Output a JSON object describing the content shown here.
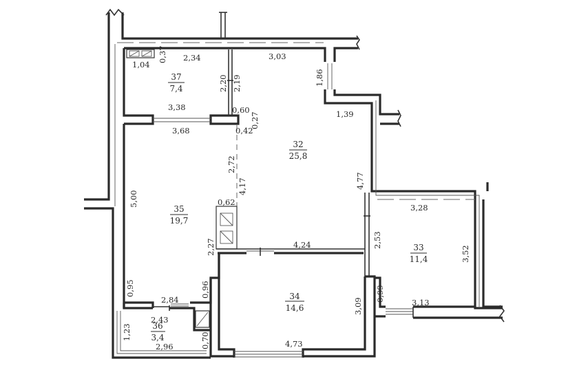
{
  "plan": {
    "rooms": [
      {
        "id": "room-37",
        "number": "37",
        "area": "7,4"
      },
      {
        "id": "room-32",
        "number": "32",
        "area": "25,8"
      },
      {
        "id": "room-35",
        "number": "35",
        "area": "19,7"
      },
      {
        "id": "room-33",
        "number": "33",
        "area": "11,4"
      },
      {
        "id": "room-34",
        "number": "34",
        "area": "14,6"
      },
      {
        "id": "room-36",
        "number": "36",
        "area": "3,4"
      }
    ],
    "dimensions": {
      "d_1_04": "1,04",
      "d_0_37": "0,37",
      "d_2_34": "2,34",
      "d_3_03": "3,03",
      "d_1_86": "1,86",
      "d_2_20": "2,20",
      "d_2_19": "2,19",
      "d_3_38": "3,38",
      "d_0_60": "0,60",
      "d_0_27": "0,27",
      "d_0_42": "0,42",
      "d_3_68": "3,68",
      "d_1_39": "1,39",
      "d_2_72": "2,72",
      "d_4_17": "4,17",
      "d_4_77": "4,77",
      "d_5_00": "5,00",
      "d_0_62": "0,62",
      "d_3_28": "3,28",
      "d_2_27": "2,27",
      "d_4_24": "4,24",
      "d_2_53": "2,53",
      "d_3_52": "3,52",
      "d_0_95": "0,95",
      "d_0_96": "0,96",
      "d_2_84": "2,84",
      "d_3_09": "3,09",
      "d_0_99": "0,99",
      "d_3_13": "3,13",
      "d_2_43": "2,43",
      "d_1_23": "1,23",
      "d_2_96": "2,96",
      "d_0_70": "0,70",
      "d_4_73": "4,73"
    }
  }
}
